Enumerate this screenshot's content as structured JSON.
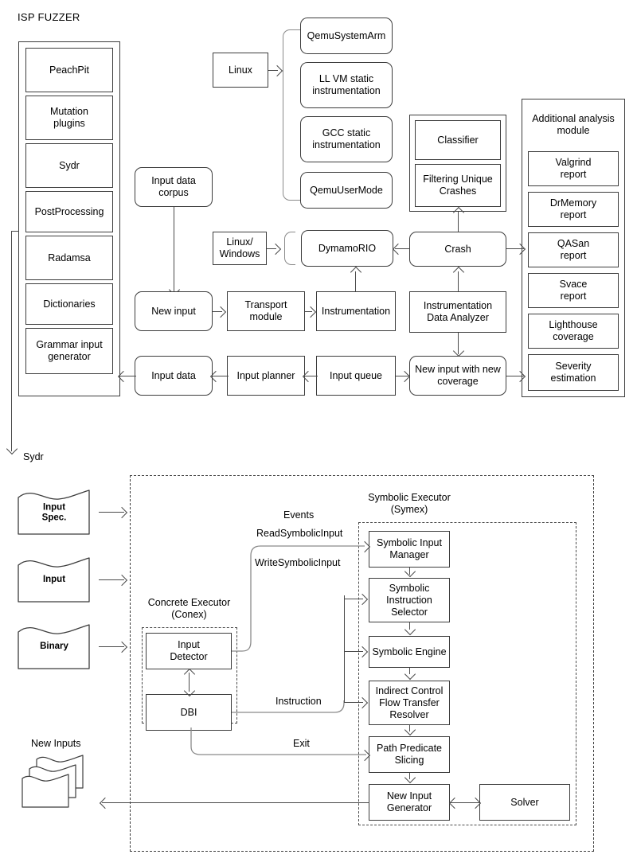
{
  "figure": {
    "top_title": "ISP  FUZZER",
    "bottom_title": "Sydr"
  },
  "isp_fuzzer": {
    "title": "ISP  FUZZER",
    "plugins": [
      "PeachPit",
      "Mutation\nplugins",
      "Sydr",
      "PostProcessing",
      "Radamsa",
      "Dictionaries",
      "Grammar input\ngenerator"
    ]
  },
  "os_selector": {
    "label": "Linux",
    "targets": [
      "QemuSystemArm",
      "LL VM static\ninstrumentation",
      "GCC static\ninstrumentation",
      "QemuUserMode"
    ]
  },
  "dbi_selector": {
    "label": "Linux/\nWindows",
    "target": "DymamoRIO"
  },
  "crash_module": {
    "items": [
      "Classifier",
      "Filtering Unique\nCrashes"
    ]
  },
  "analysis_module": {
    "title": "Additional analysis\nmodule",
    "items": [
      "Valgrind\nreport",
      "DrMemory\nreport",
      "QASan\nreport",
      "Svace\nreport",
      "Lighthouse\ncoverage",
      "Severity\nestimation"
    ]
  },
  "pipeline": {
    "input_data_corpus": "Input data\ncorpus",
    "new_input": "New input",
    "transport_module": "Transport\nmodule",
    "instrumentation": "Instrumentation",
    "instrumentation_data_analyzer": "Instrumentation\nData Analyzer",
    "crash": "Crash",
    "input_data": "Input data",
    "input_planner": "Input planner",
    "input_queue": "Input queue",
    "new_input_new_coverage": "New input with new\ncoverage"
  },
  "sydr": {
    "title": "Sydr",
    "inputs": [
      "Input\nSpec.",
      "Input",
      "Binary"
    ],
    "new_inputs_label": "New Inputs",
    "concrete_executor": {
      "title": "Concrete Executor\n(Conex)",
      "nodes": [
        "Input\nDetector",
        "DBI"
      ]
    },
    "symbolic_executor": {
      "title": "Symbolic Executor\n(Symex)",
      "nodes": [
        "Symbolic Input\nManager",
        "Symbolic\nInstruction\nSelector",
        "Symbolic Engine",
        "Indirect Control\nFlow Transfer\nResolver",
        "Path Predicate\nSlicing",
        "New Input\nGenerator"
      ],
      "solver": "Solver"
    },
    "edge_labels": {
      "events": "Events",
      "read_symbolic_input": "ReadSymbolicInput",
      "write_symbolic_input": "WriteSymbolicInput",
      "instruction": "Instruction",
      "exit": "Exit"
    }
  },
  "colors": {
    "stroke": "#3c3c3c",
    "connector": "#4a4a4a",
    "brace": "#8a8a8a",
    "background": "#ffffff"
  }
}
